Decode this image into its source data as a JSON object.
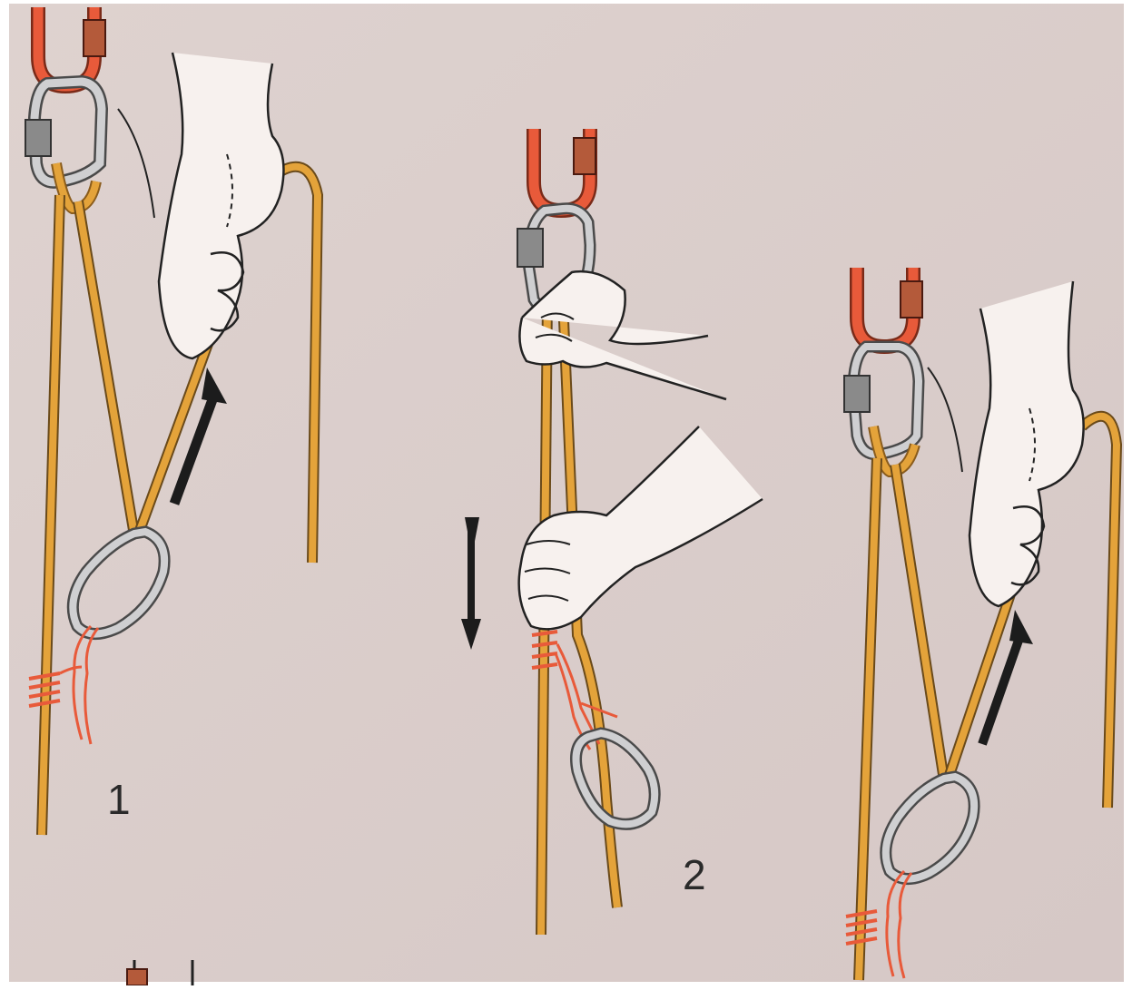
{
  "page": {
    "background": "#ddd0cd",
    "colors": {
      "rope": "#e4a33a",
      "rope_outline": "#8a5c1c",
      "sling": "#e85a3a",
      "carabiner": "#c9c9cb",
      "carabiner_outline": "#4a4a4a",
      "gate_sleeve": "#8a8a8a",
      "arrow": "#1c1c1c",
      "ink": "#222222"
    }
  },
  "steps": [
    {
      "label": "1",
      "arrow": "up",
      "icons": [
        "anchor-sling-icon",
        "locking-carabiner-icon",
        "pulling-hand-icon",
        "rope-icon",
        "prusik-knot-icon",
        "carabiner-icon"
      ]
    },
    {
      "label": "2",
      "arrow": "down",
      "icons": [
        "anchor-sling-icon",
        "locking-carabiner-icon",
        "holding-hand-icon",
        "gripping-hand-icon",
        "prusik-knot-icon",
        "carabiner-icon"
      ]
    },
    {
      "label": "",
      "arrow": "up",
      "icons": [
        "anchor-sling-icon",
        "locking-carabiner-icon",
        "pulling-hand-icon",
        "rope-icon",
        "prusik-knot-icon",
        "carabiner-icon"
      ]
    }
  ]
}
